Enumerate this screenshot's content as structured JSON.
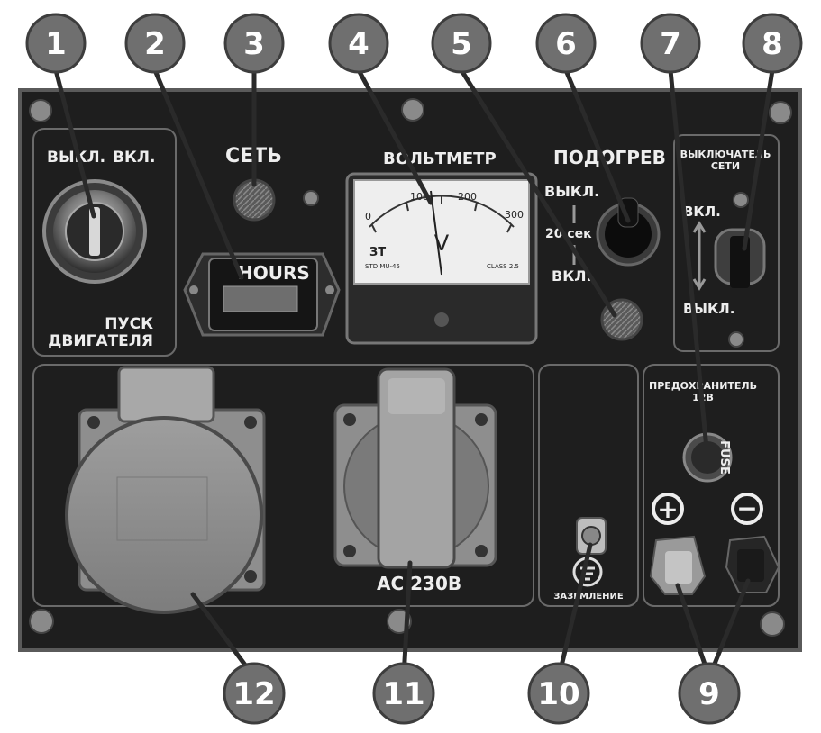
{
  "panel": {
    "start_off_label": "ВЫКЛ.",
    "start_on_label": "ВКЛ.",
    "start_title_line1": "ПУСК",
    "start_title_line2": "ДВИГАТЕЛЯ",
    "hour_meter_label": "HOURS",
    "network_label": "СЕТЬ",
    "voltmeter_label": "ВОЛЬТМЕТР",
    "voltmeter_unit": "V",
    "voltmeter_scale": [
      "0",
      "100",
      "200",
      "300"
    ],
    "voltmeter_brand": "ЗТ",
    "voltmeter_model": "STD MU-45",
    "voltmeter_class": "CLASS 2.5",
    "heater_label": "ПОДОГРЕВ",
    "heater_off": "ВЫКЛ.",
    "heater_time": "20 сек",
    "heater_on": "ВКЛ.",
    "breaker_label_line1": "ВЫКЛЮЧАТЕЛЬ",
    "breaker_label_line2": "СЕТИ",
    "breaker_on": "ВКЛ.",
    "breaker_off": "ВЫКЛ.",
    "socket_label": "AC 230В",
    "ground_label": "ЗАЗЕМЛЕНИЕ",
    "fuse_label_line1": "ПРЕДОХРАНИТЕЛЬ",
    "fuse_label_line2": "12В",
    "fuse_text": "FUSE",
    "plus_symbol": "+",
    "minus_symbol": "−"
  },
  "callouts_top": [
    "1",
    "2",
    "3",
    "4",
    "5",
    "6",
    "7",
    "8"
  ],
  "callouts_bottom": [
    "12",
    "11",
    "10",
    "9"
  ],
  "colors": {
    "background": "#ffffff",
    "panel": "#1e1e1e",
    "callout_fill": "#6f6f6f",
    "label": "#eeeeee"
  }
}
